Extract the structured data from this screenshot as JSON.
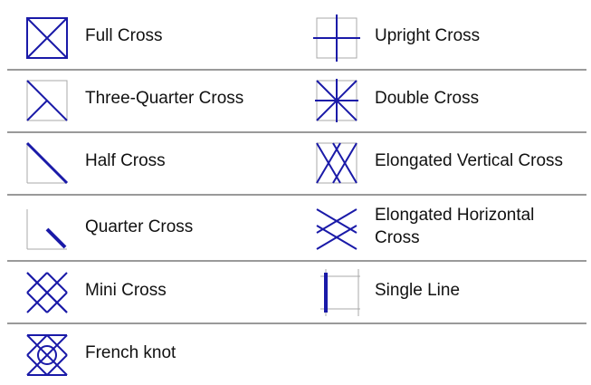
{
  "stitches": {
    "full_cross": "Full Cross",
    "upright_cross": "Upright Cross",
    "three_quarter_cross": "Three-Quarter Cross",
    "double_cross": "Double Cross",
    "half_cross": "Half Cross",
    "elongated_vertical_cross": "Elongated Vertical Cross",
    "quarter_cross": "Quarter Cross",
    "elongated_horizontal_cross": "Elongated Horizontal Cross",
    "mini_cross": "Mini Cross",
    "single_line": "Single Line",
    "french_knot": "French knot"
  },
  "colors": {
    "stitch": "#1a1aa8",
    "grid": "#a8a8a8",
    "rule": "#9a9a9a"
  }
}
